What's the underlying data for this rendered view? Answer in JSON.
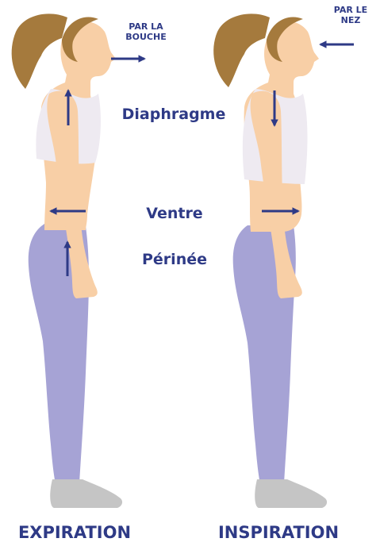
{
  "colors": {
    "text": "#2e3a86",
    "arrow": "#2e3a86",
    "skin": "#f8cfa6",
    "hair": "#a57a3d",
    "top": "#eeeaf1",
    "leggings": "#a6a3d5",
    "shoes": "#c5c5c5"
  },
  "labels": {
    "mouth_line1": "PAR LA",
    "mouth_line2": "BOUCHE",
    "nose_line1": "PAR LE",
    "nose_line2": "NEZ",
    "diaphragm": "Diaphragme",
    "belly": "Ventre",
    "perineum": "Périnée",
    "expiration": "EXPIRATION",
    "inspiration": "INSPIRATION"
  },
  "icons": {
    "exhale_mouth": "arrow-right-icon",
    "inhale_nose": "arrow-left-icon",
    "diaphragm_up": "arrow-up-icon",
    "diaphragm_down": "arrow-down-icon",
    "belly_in": "arrow-left-icon",
    "belly_out": "arrow-right-icon",
    "perineum_up": "arrow-up-icon"
  }
}
